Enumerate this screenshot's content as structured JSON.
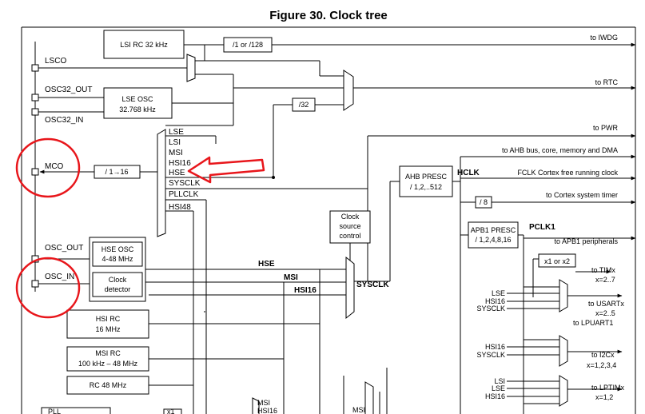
{
  "title": "Figure 30. Clock tree",
  "pins": {
    "lsco": "LSCO",
    "osc32_out": "OSC32_OUT",
    "osc32_in": "OSC32_IN",
    "mco": "MCO",
    "osc_out": "OSC_OUT",
    "osc_in": "OSC_IN"
  },
  "blocks": {
    "lsi_rc": "LSI RC 32 kHz",
    "div_1_128": "/1 or /128",
    "lse_osc_1": "LSE OSC",
    "lse_osc_2": "32.768 kHz",
    "div_32": "/32",
    "mco_div": "/ 1→16",
    "ahb_presc_1": "AHB PRESC",
    "ahb_presc_2": "/ 1,2,..512",
    "div_8": "/ 8",
    "css_1": "Clock",
    "css_2": "source",
    "css_3": "control",
    "apb1_presc_1": "APB1 PRESC",
    "apb1_presc_2": "/ 1,2,4,8,16",
    "x1x2": "x1 or x2",
    "hse_osc_1": "HSE OSC",
    "hse_osc_2": "4-48 MHz",
    "clock_det_1": "Clock",
    "clock_det_2": "detector",
    "hsi_rc_1": "HSI RC",
    "hsi_rc_2": "16 MHz",
    "msi_rc_1": "MSI RC",
    "msi_rc_2": "100 kHz – 48 MHz",
    "rc48": "RC 48 MHz",
    "pll_partial": "PLL"
  },
  "mco_mux_inputs": [
    "LSE",
    "LSI",
    "MSI",
    "HSI16",
    "HSE",
    "SYSCLK",
    "PLLCLK",
    "HSI48"
  ],
  "sys_mux_inputs": {
    "hse": "HSE",
    "msi": "MSI",
    "hsi16": "HSI16",
    "out": "SYSCLK"
  },
  "bus_labels": {
    "hclk": "HCLK",
    "pclk1": "PCLK1"
  },
  "outputs": {
    "iwdg": "to IWDG",
    "rtc": "to RTC",
    "pwr": "to PWR",
    "ahb": "to AHB bus, core, memory and DMA",
    "fclk": "FCLK Cortex free running clock",
    "systimer": "to Cortex system timer",
    "apb1": "to APB1 peripherals",
    "tim_1": "to TIMx",
    "tim_2": "x=2..7",
    "usart_1": "to USARTx",
    "usart_2": "x=2..5",
    "usart_3": "to LPUART1",
    "i2c_1": "to I2Cx",
    "i2c_2": "x=1,2,3,4",
    "lptim_1": "to LPTIMx",
    "lptim_2": "x=1,2"
  },
  "usart_mux_inputs": [
    "LSE",
    "HSI16",
    "SYSCLK"
  ],
  "i2c_mux_inputs": [
    "HSI16",
    "SYSCLK"
  ],
  "lptim_mux_inputs": [
    "LSI",
    "LSE",
    "HSI16"
  ],
  "bottom_partial": {
    "msi": "MSI",
    "hsi16": "HSI16",
    "msi2": "MSI",
    "x1": "x1"
  },
  "colors": {
    "annotation": "#e8161b",
    "line": "#000000"
  }
}
